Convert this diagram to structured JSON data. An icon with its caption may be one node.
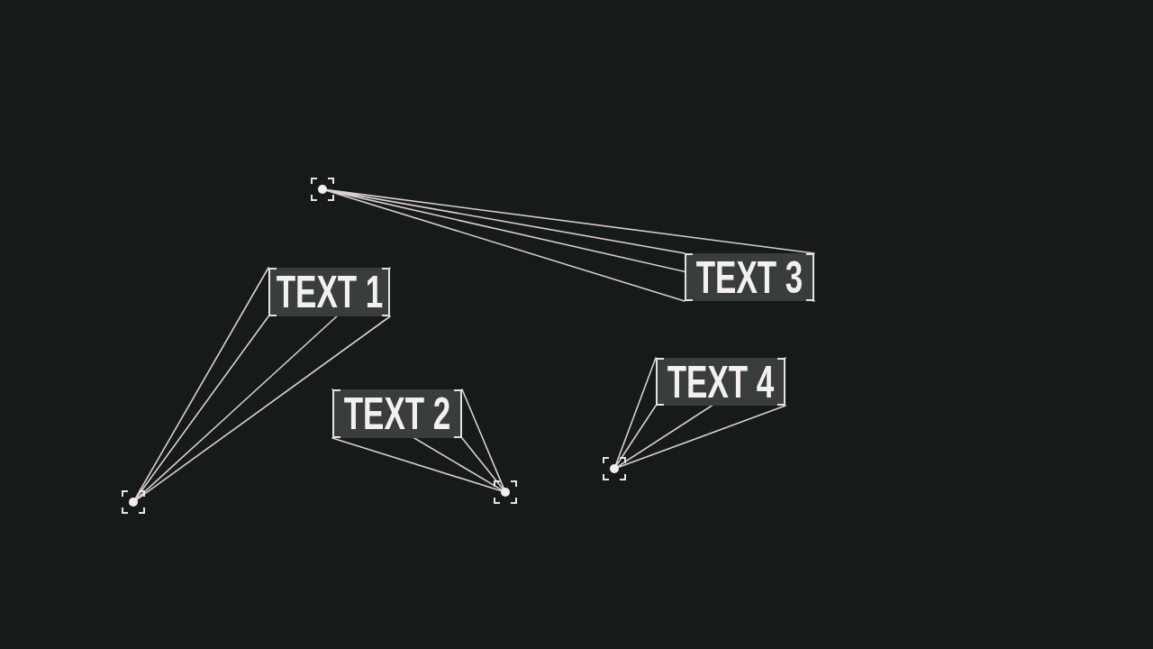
{
  "diagram": {
    "nodes": [
      {
        "text": [
          "TEXT 1"
        ]
      },
      {
        "text": [
          "TEXT 2"
        ]
      },
      {
        "text": [
          "TEXT 3"
        ]
      },
      {
        "text": [
          "TEXT 4"
        ]
      },
      {
        "text": [],
        "shape": "circle"
      },
      {
        "text": [],
        "shape": "circle"
      },
      {
        "text": [],
        "shape": "circle"
      },
      {
        "text": [],
        "shape": "circle"
      }
    ],
    "edges": [
      {
        "from": 0,
        "to": 4,
        "arrow": "none"
      },
      {
        "from": 1,
        "to": 5,
        "arrow": "none"
      },
      {
        "from": 2,
        "to": 6,
        "arrow": "none"
      },
      {
        "from": 3,
        "to": 7,
        "arrow": "none"
      }
    ]
  }
}
